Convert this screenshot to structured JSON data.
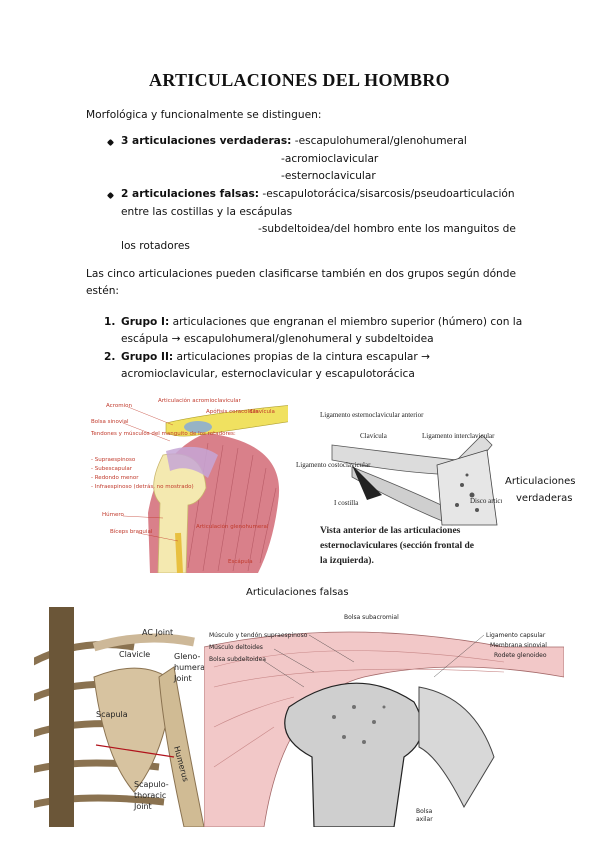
{
  "title": "ARTICULACIONES DEL HOMBRO",
  "intro": "Morfológica y funcionalmente se distinguen:",
  "bullets": [
    {
      "label": "3 articulaciones verdaderas:",
      "first": "-escapulohumeral/glenohumeral",
      "lines": [
        "-acromioclavicular",
        "-esternoclavicular"
      ]
    },
    {
      "label": "2 articulaciones falsas:",
      "first": "-escapulotorácica/sisarcosis/pseudoarticulación",
      "cont": "entre las costillas y la escápulas",
      "lines": [
        "-subdeltoidea/del hombro ente los manguitos de",
        "los rotadores"
      ]
    }
  ],
  "para": [
    "Las cinco articulaciones pueden clasificarse también en dos grupos según dónde",
    "estén:"
  ],
  "groups": [
    {
      "num": "1.",
      "label": "Grupo I:",
      "line1": "articulaciones que engranan el miembro superior (húmero) con la",
      "line2": "escápula → escapulohumeral/glenohumeral y subdeltoidea"
    },
    {
      "num": "2.",
      "label": "Grupo II:",
      "line1": "articulaciones propias de la cintura escapular →",
      "line2": "acromioclavicular, esternoclavicular y escapulotorácica"
    }
  ],
  "fig1_labels": {
    "acromion": "Acromion",
    "art_acromio": "Articulación acromioclavicular",
    "apofisis": "Apófisis coracoides",
    "clavicula": "Clavícula",
    "bolsa": "Bolsa sinovial",
    "tendones": "Tendones y músculos del manguito de los rotadores:",
    "supra": "- Supraespinoso",
    "subesc": "- Subescapular",
    "redondo": "- Redondo menor",
    "infra": "- Infraespinoso (detrás, no mostrado)",
    "humero": "Húmero",
    "biceps": "Bíceps braquial",
    "art_gleno": "Articulación glenohumeral",
    "escapula": "Escápula"
  },
  "fig2_labels": {
    "lig_ant": "Ligamento esternoclavicular anterior",
    "clavicula": "Clavícula",
    "lig_inter": "Ligamento interclavicular",
    "lig_costo": "Ligamento costoclavicular",
    "costilla": "I costilla",
    "disco": "Disco articular",
    "caption1": "Vista anterior de las articulaciones",
    "caption2": "esternoclaviculares (sección frontal de",
    "caption3": "la izquierda)."
  },
  "caption_verdaderas": [
    "Articulaciones",
    "verdaderas"
  ],
  "caption_falsas": "Articulaciones falsas",
  "fig3_labels": {
    "ac": "AC Joint",
    "clavicle": "Clavicle",
    "gleno1": "Gleno-",
    "gleno2": "humeral",
    "gleno3": "Joint",
    "scapula": "Scapula",
    "humerus": "Humerus",
    "st1": "Scapulo-",
    "st2": "thoracic",
    "st3": "Joint"
  },
  "fig4_labels": {
    "bolsa_sub": "Bolsa subacromial",
    "musculo_supra": "Músculo y tendón supraespinoso",
    "musculo_delt": "Músculo deltoides",
    "bolsa_subdelt": "Bolsa subdeltoidea",
    "lig_cap": "Ligamento capsular",
    "membrana": "Membrana sinovial",
    "rodete": "Rodete glenoideo",
    "bolsa_ax1": "Bolsa",
    "bolsa_ax2": "axilar"
  }
}
